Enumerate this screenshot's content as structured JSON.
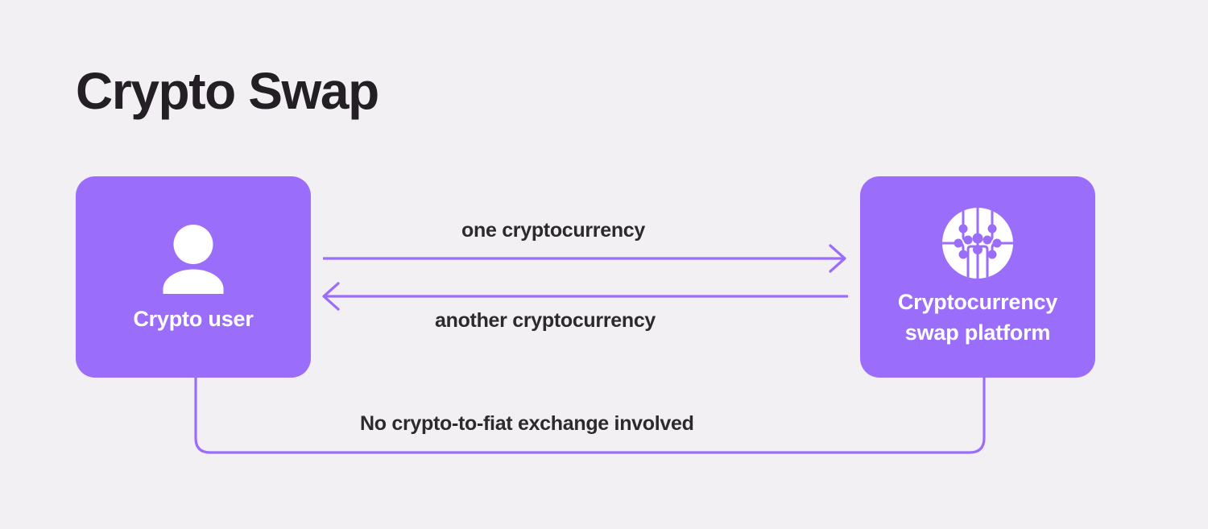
{
  "page": {
    "title": "Crypto Swap",
    "background_color": "#f2f0f3",
    "accent_color": "#9b6dfb",
    "text_color": "#231f25"
  },
  "nodes": [
    {
      "id": "crypto-user",
      "label": "Crypto user",
      "icon": "person-icon",
      "fill": "#9b6dfb",
      "text_color": "#ffffff"
    },
    {
      "id": "swap-platform",
      "label_line1": "Cryptocurrency",
      "label_line2": "swap platform",
      "icon": "circuit-chip-icon",
      "fill": "#9b6dfb",
      "text_color": "#ffffff"
    }
  ],
  "edges": [
    {
      "id": "forward",
      "label": "one cryptocurrency",
      "direction": "right",
      "from": "crypto-user",
      "to": "swap-platform",
      "color": "#9b6dfb"
    },
    {
      "id": "backward",
      "label": "another cryptocurrency",
      "direction": "left",
      "from": "swap-platform",
      "to": "crypto-user",
      "color": "#9b6dfb"
    },
    {
      "id": "note",
      "label": "No crypto-to-fiat exchange involved",
      "direction": "none",
      "from": "crypto-user",
      "to": "swap-platform",
      "color": "#9b6dfb"
    }
  ]
}
